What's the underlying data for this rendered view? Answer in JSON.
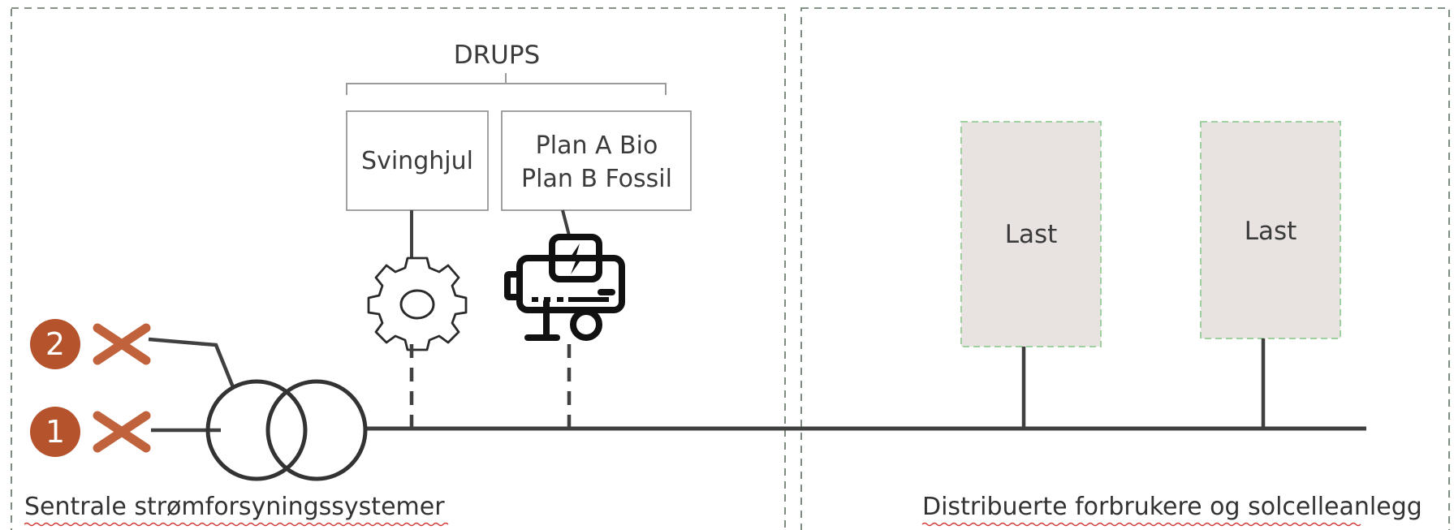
{
  "regions": {
    "left_title": "Sentrale strømforsyningssystemer",
    "right_title": "Distribuerte forbrukere og solcelleanlegg"
  },
  "drups": {
    "label": "DRUPS",
    "flywheel_label": "Svinghjul",
    "generator_plan_a": "Plan A Bio",
    "generator_plan_b": "Plan B Fossil"
  },
  "loads": [
    {
      "label": "Last"
    },
    {
      "label": "Last"
    }
  ],
  "feeds": [
    {
      "number": "2"
    },
    {
      "number": "1"
    }
  ],
  "icons": {
    "flywheel": "gear-icon",
    "generator": "generator-icon",
    "breaker": "cross-icon",
    "transformer": "transformer-icon"
  },
  "colors": {
    "badge": "#b5532d",
    "cross": "#c0633c",
    "load_fill": "#e8e3e1",
    "load_border": "#9fd09f",
    "line": "#404040",
    "region_border": "#5f7060"
  }
}
